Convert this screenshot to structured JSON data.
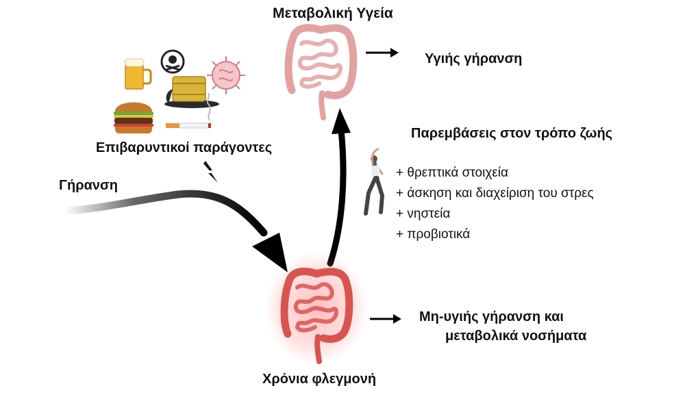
{
  "labels": {
    "metabolic_health": "Μεταβολική Υγεία",
    "healthy_aging": "Υγιής γήρανση",
    "lifestyle_title": "Παρεμβάσεις στον τρόπο ζωής",
    "burden_factors": "Επιβαρυντικοί παράγοντες",
    "aging": "Γήρανση",
    "unhealthy_line1": "Μη-υγιής γήρανση και",
    "unhealthy_line2": "μεταβολικά νοσήματα",
    "chronic_inflammation": "Χρόνια φλεγμονή"
  },
  "lifestyle_items": [
    "+ θρεπτικά στοιχεία",
    "+ άσκηση και διαχείριση του στρες",
    "+ νηστεία",
    "+ προβιοτικά"
  ],
  "colors": {
    "arrow": "#000000",
    "gut_healthy": "#e3a2a2",
    "gut_inflamed": "#d9534f",
    "inflammation_glow": "#ff8a8a"
  },
  "icons": [
    "beer-icon",
    "toxic-barrel-icon",
    "virus-icon",
    "burger-icon",
    "cigarette-icon",
    "lightning-icon",
    "exercise-person-icon",
    "intestine-icon"
  ]
}
